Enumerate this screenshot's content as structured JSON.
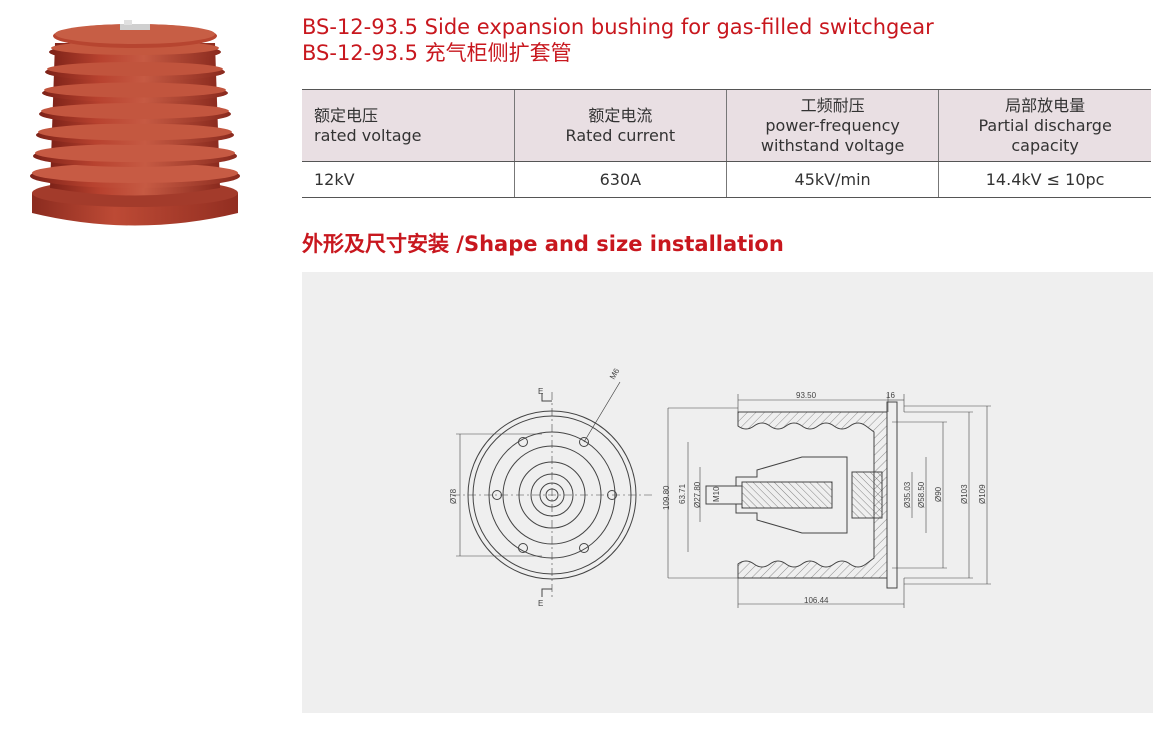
{
  "product": {
    "title_en": "BS-12-93.5 Side expansion bushing for gas-filled switchgear",
    "title_cn": "BS-12-93.5 充气柜侧扩套管",
    "color": "#b0392b"
  },
  "spec_table": {
    "headers": [
      {
        "cn": "额定电压",
        "en": "rated voltage"
      },
      {
        "cn": "额定电流",
        "en": "Rated current"
      },
      {
        "cn": "工频耐压",
        "en1": "power-frequency",
        "en2": "withstand voltage"
      },
      {
        "cn": "局部放电量",
        "en1": "Partial discharge",
        "en2": "capacity"
      }
    ],
    "row": [
      "12kV",
      "630A",
      "45kV/min",
      "14.4kV ≤ 10pc"
    ]
  },
  "section": {
    "heading": "外形及尺寸安装 /Shape and size installation"
  },
  "drawing": {
    "front_view": {
      "label_m6": "M6",
      "label_e_top": "E",
      "label_e_bottom": "E",
      "dia_78": "Ø78"
    },
    "section_view": {
      "dim_93_50": "93.50",
      "dim_16": "16",
      "dim_106_44": "106.44",
      "dim_109_80": "109.80",
      "dim_63_71": "63.71",
      "dim_27_80": "Ø27.80",
      "dim_m10": "M10",
      "dim_35_03": "Ø35.03",
      "dim_58_50": "Ø58.50",
      "dim_90": "Ø90",
      "dim_103": "Ø103",
      "dim_109": "Ø109"
    }
  }
}
